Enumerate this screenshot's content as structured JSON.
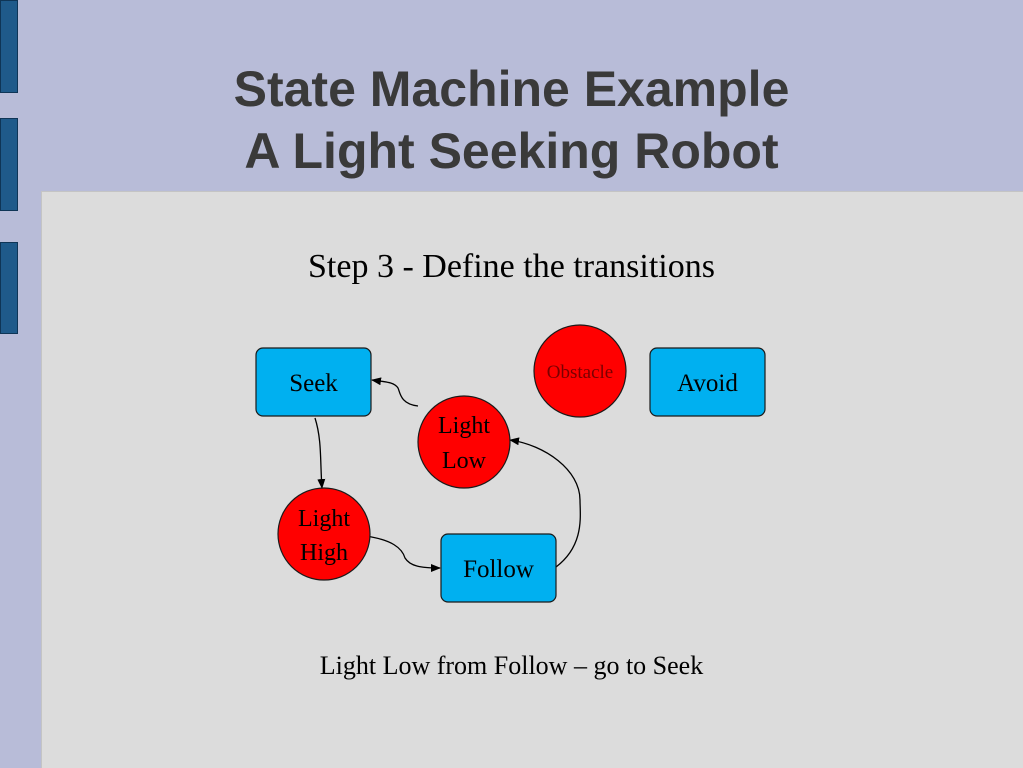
{
  "slide": {
    "title_line1": "State Machine Example",
    "title_line2": "A Light Seeking Robot",
    "subtitle": "Step 3 - Define the transitions",
    "caption": "Light Low from Follow – go to Seek"
  },
  "diagram": {
    "states": [
      {
        "id": "seek",
        "label": "Seek"
      },
      {
        "id": "avoid",
        "label": "Avoid"
      },
      {
        "id": "follow",
        "label": "Follow"
      }
    ],
    "events": [
      {
        "id": "obstacle",
        "label": "Obstacle"
      },
      {
        "id": "light-low",
        "label_line1": "Light",
        "label_line2": "Low"
      },
      {
        "id": "light-high",
        "label_line1": "Light",
        "label_line2": "High"
      }
    ],
    "colors": {
      "state_fill": "#00b0f0",
      "event_fill": "#ff0000",
      "obstacle_text": "#7a0000"
    }
  }
}
